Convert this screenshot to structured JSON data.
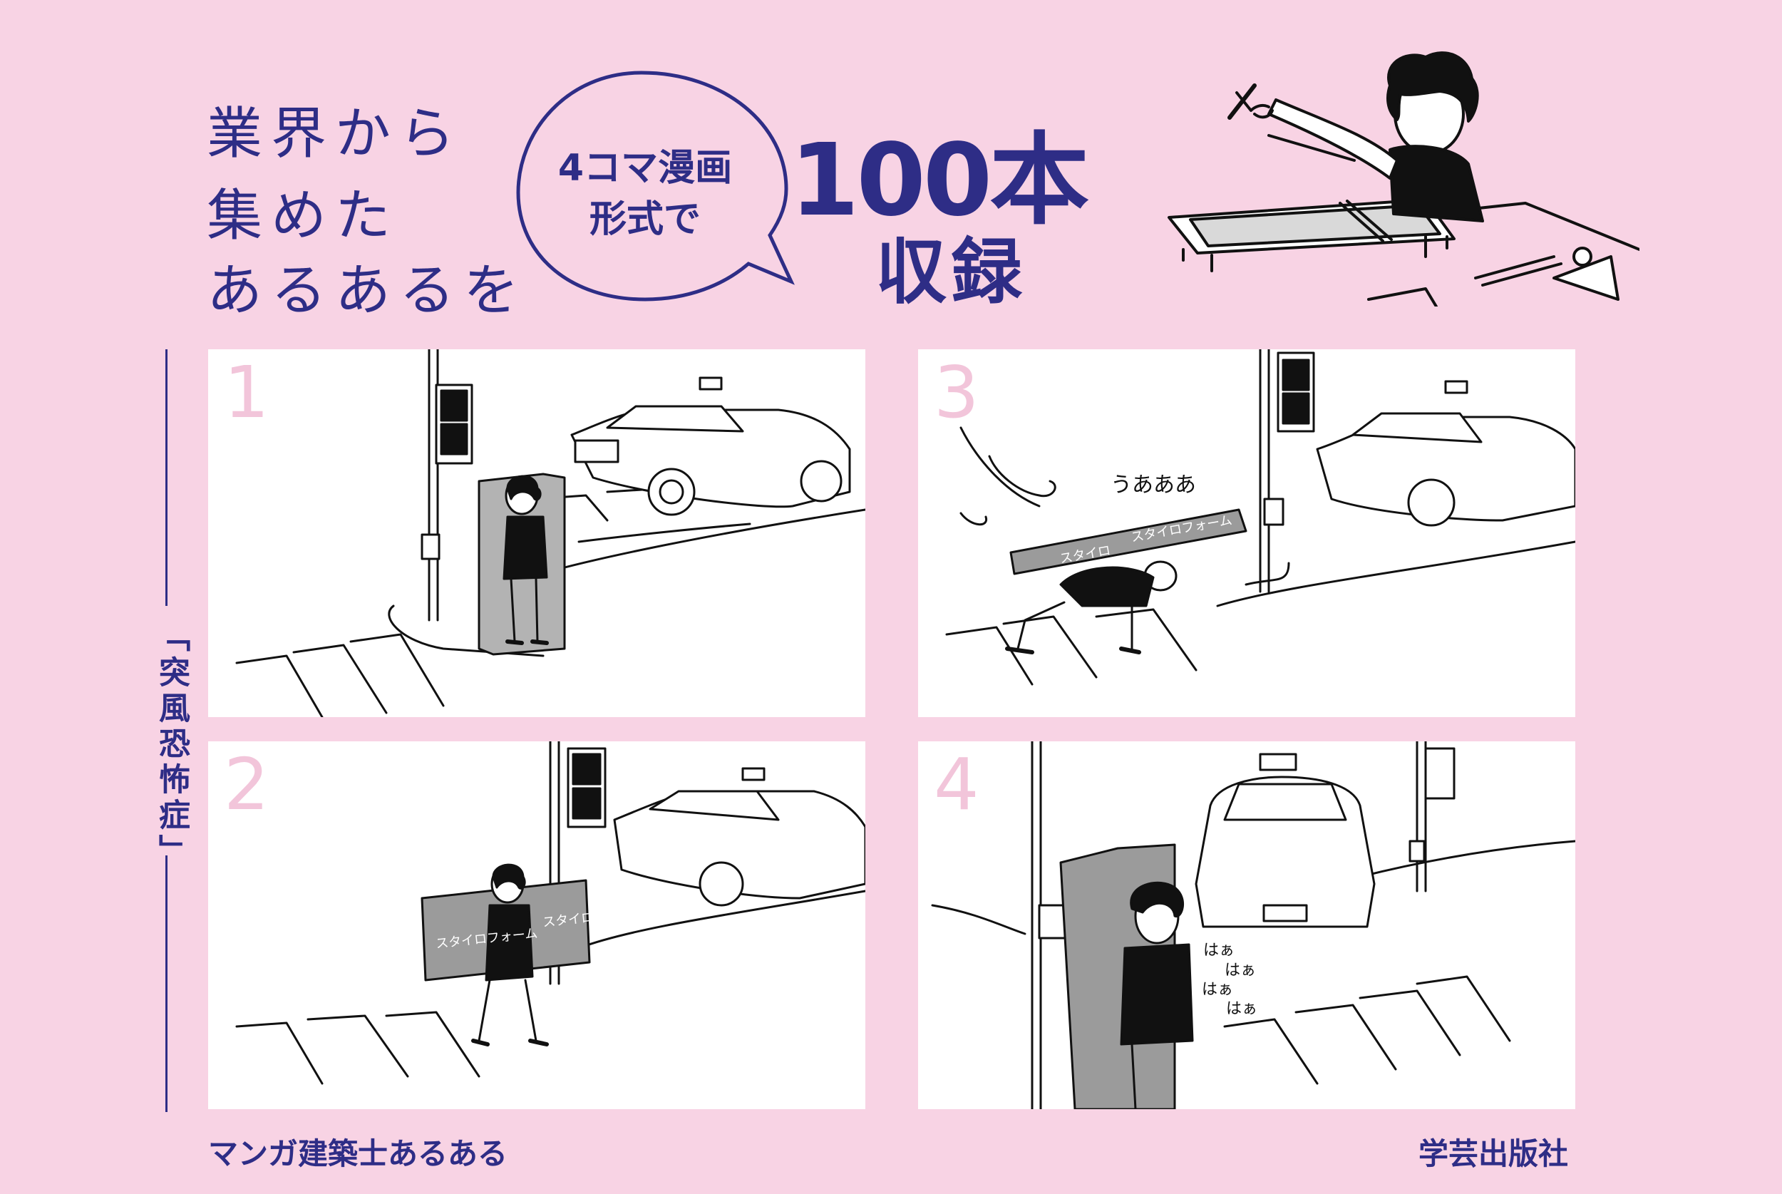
{
  "headline": {
    "lines": [
      "業界から",
      "集めた",
      "あるあるを"
    ]
  },
  "bubble": {
    "line1": "4コマ漫画",
    "line2": "形式で"
  },
  "big": {
    "number": "100本",
    "sub": "収録"
  },
  "side_title": "「突風恐怖症」",
  "panels": [
    {
      "number": "1"
    },
    {
      "number": "2"
    },
    {
      "number": "3",
      "speech": "うあああ"
    },
    {
      "number": "4",
      "speech": [
        "はぁ",
        "はぁ",
        "はぁ",
        "はぁ"
      ]
    }
  ],
  "board_text": {
    "panel2_left": "スタイロフォーム",
    "panel2_right": "スタイロ",
    "panel3_a": "スタイロ",
    "panel3_b": "スタイロフォーム"
  },
  "footer": {
    "book_title": "マンガ建築士あるある",
    "publisher": "学芸出版社"
  },
  "colors": {
    "background": "#f8d3e4",
    "ink": "#2e2d86",
    "panel_number": "#f2c5da"
  }
}
